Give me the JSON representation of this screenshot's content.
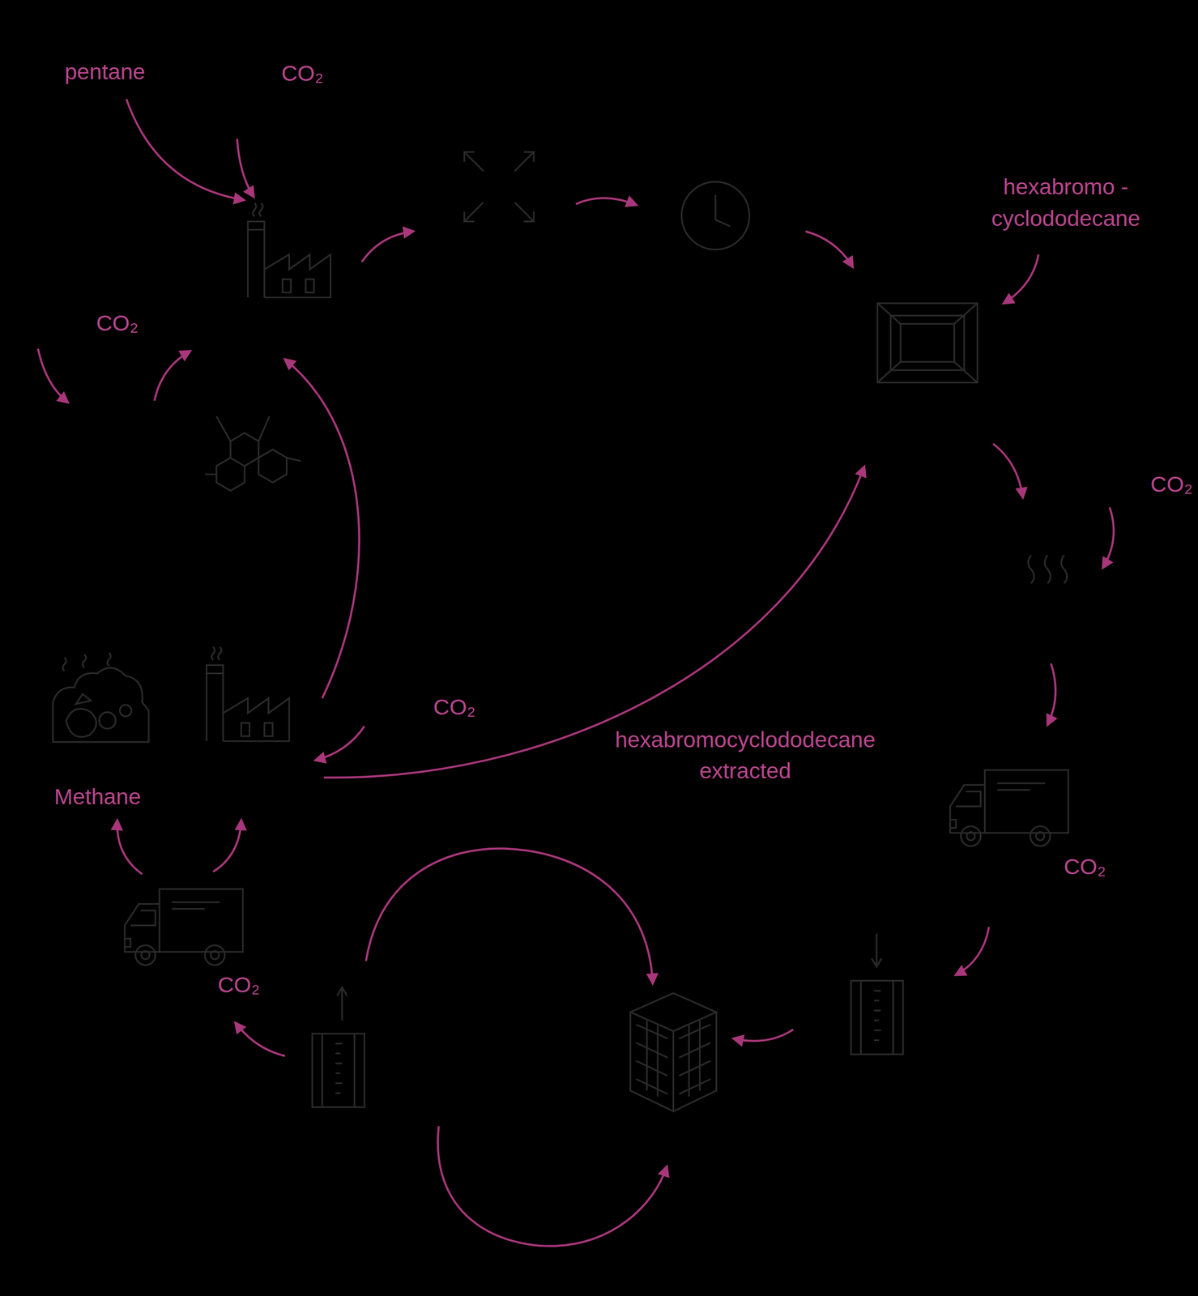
{
  "diagram": {
    "labels": [
      "pentane",
      "CO₂",
      "hexabromo -cyclododecane",
      "CO₂",
      "CO₂",
      "CO₂",
      "hexabromocyclododecane extracted",
      "CO₂",
      "Methane",
      "CO₂"
    ]
  }
}
